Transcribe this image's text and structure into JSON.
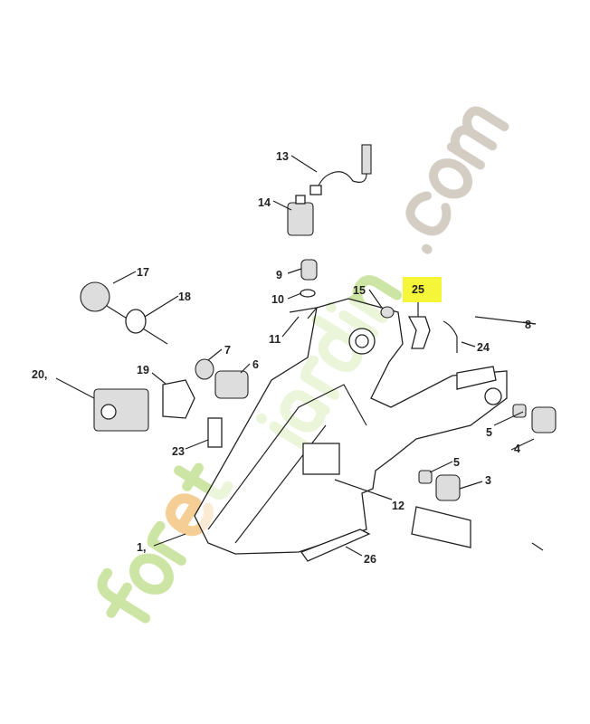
{
  "diagram": {
    "highlight_color": "#f5f53a",
    "highlighted_part": "25",
    "labels": {
      "l13": "13",
      "l14": "14",
      "l9": "9",
      "l10": "10",
      "l15": "15",
      "l25": "25",
      "l8": "8",
      "l24": "24",
      "l17": "17",
      "l18": "18",
      "l11": "11",
      "l7": "7",
      "l6": "6",
      "l20": "20,",
      "l19": "19",
      "l23": "23",
      "l12": "12",
      "l5a": "5",
      "l4": "4",
      "l5b": "5",
      "l3": "3",
      "l1": "1,",
      "l26": "26"
    }
  },
  "watermark": {
    "text_green": "foret",
    "text_jardin": "jardin",
    "text_com": ".com",
    "green": "#c8e29a",
    "grey": "#cfc8bd",
    "orange": "#f3c98a"
  }
}
